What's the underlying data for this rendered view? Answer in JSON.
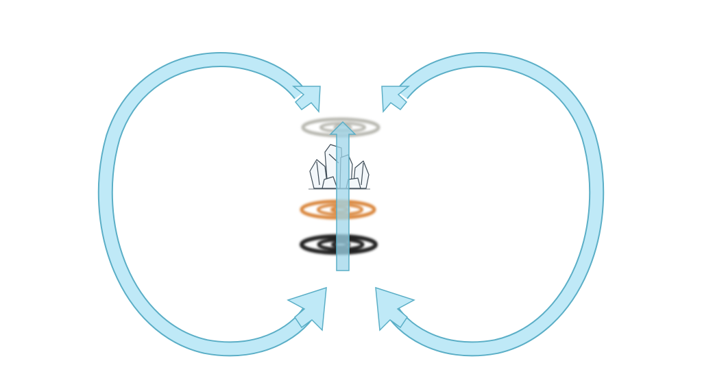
{
  "colors": {
    "arrow_fill": "#bfe9f7",
    "arrow_stroke": "#5aaec6",
    "spiral_top": "#b8b8b0",
    "spiral_middle": "#d9853a",
    "spiral_bottom": "#222222",
    "crystal_stroke": "#3c4a55"
  },
  "elements": [
    "left-cycle-arrow",
    "right-cycle-arrow",
    "center-up-arrow",
    "gray-spiral",
    "crystal-cluster",
    "orange-spiral",
    "black-spiral"
  ]
}
